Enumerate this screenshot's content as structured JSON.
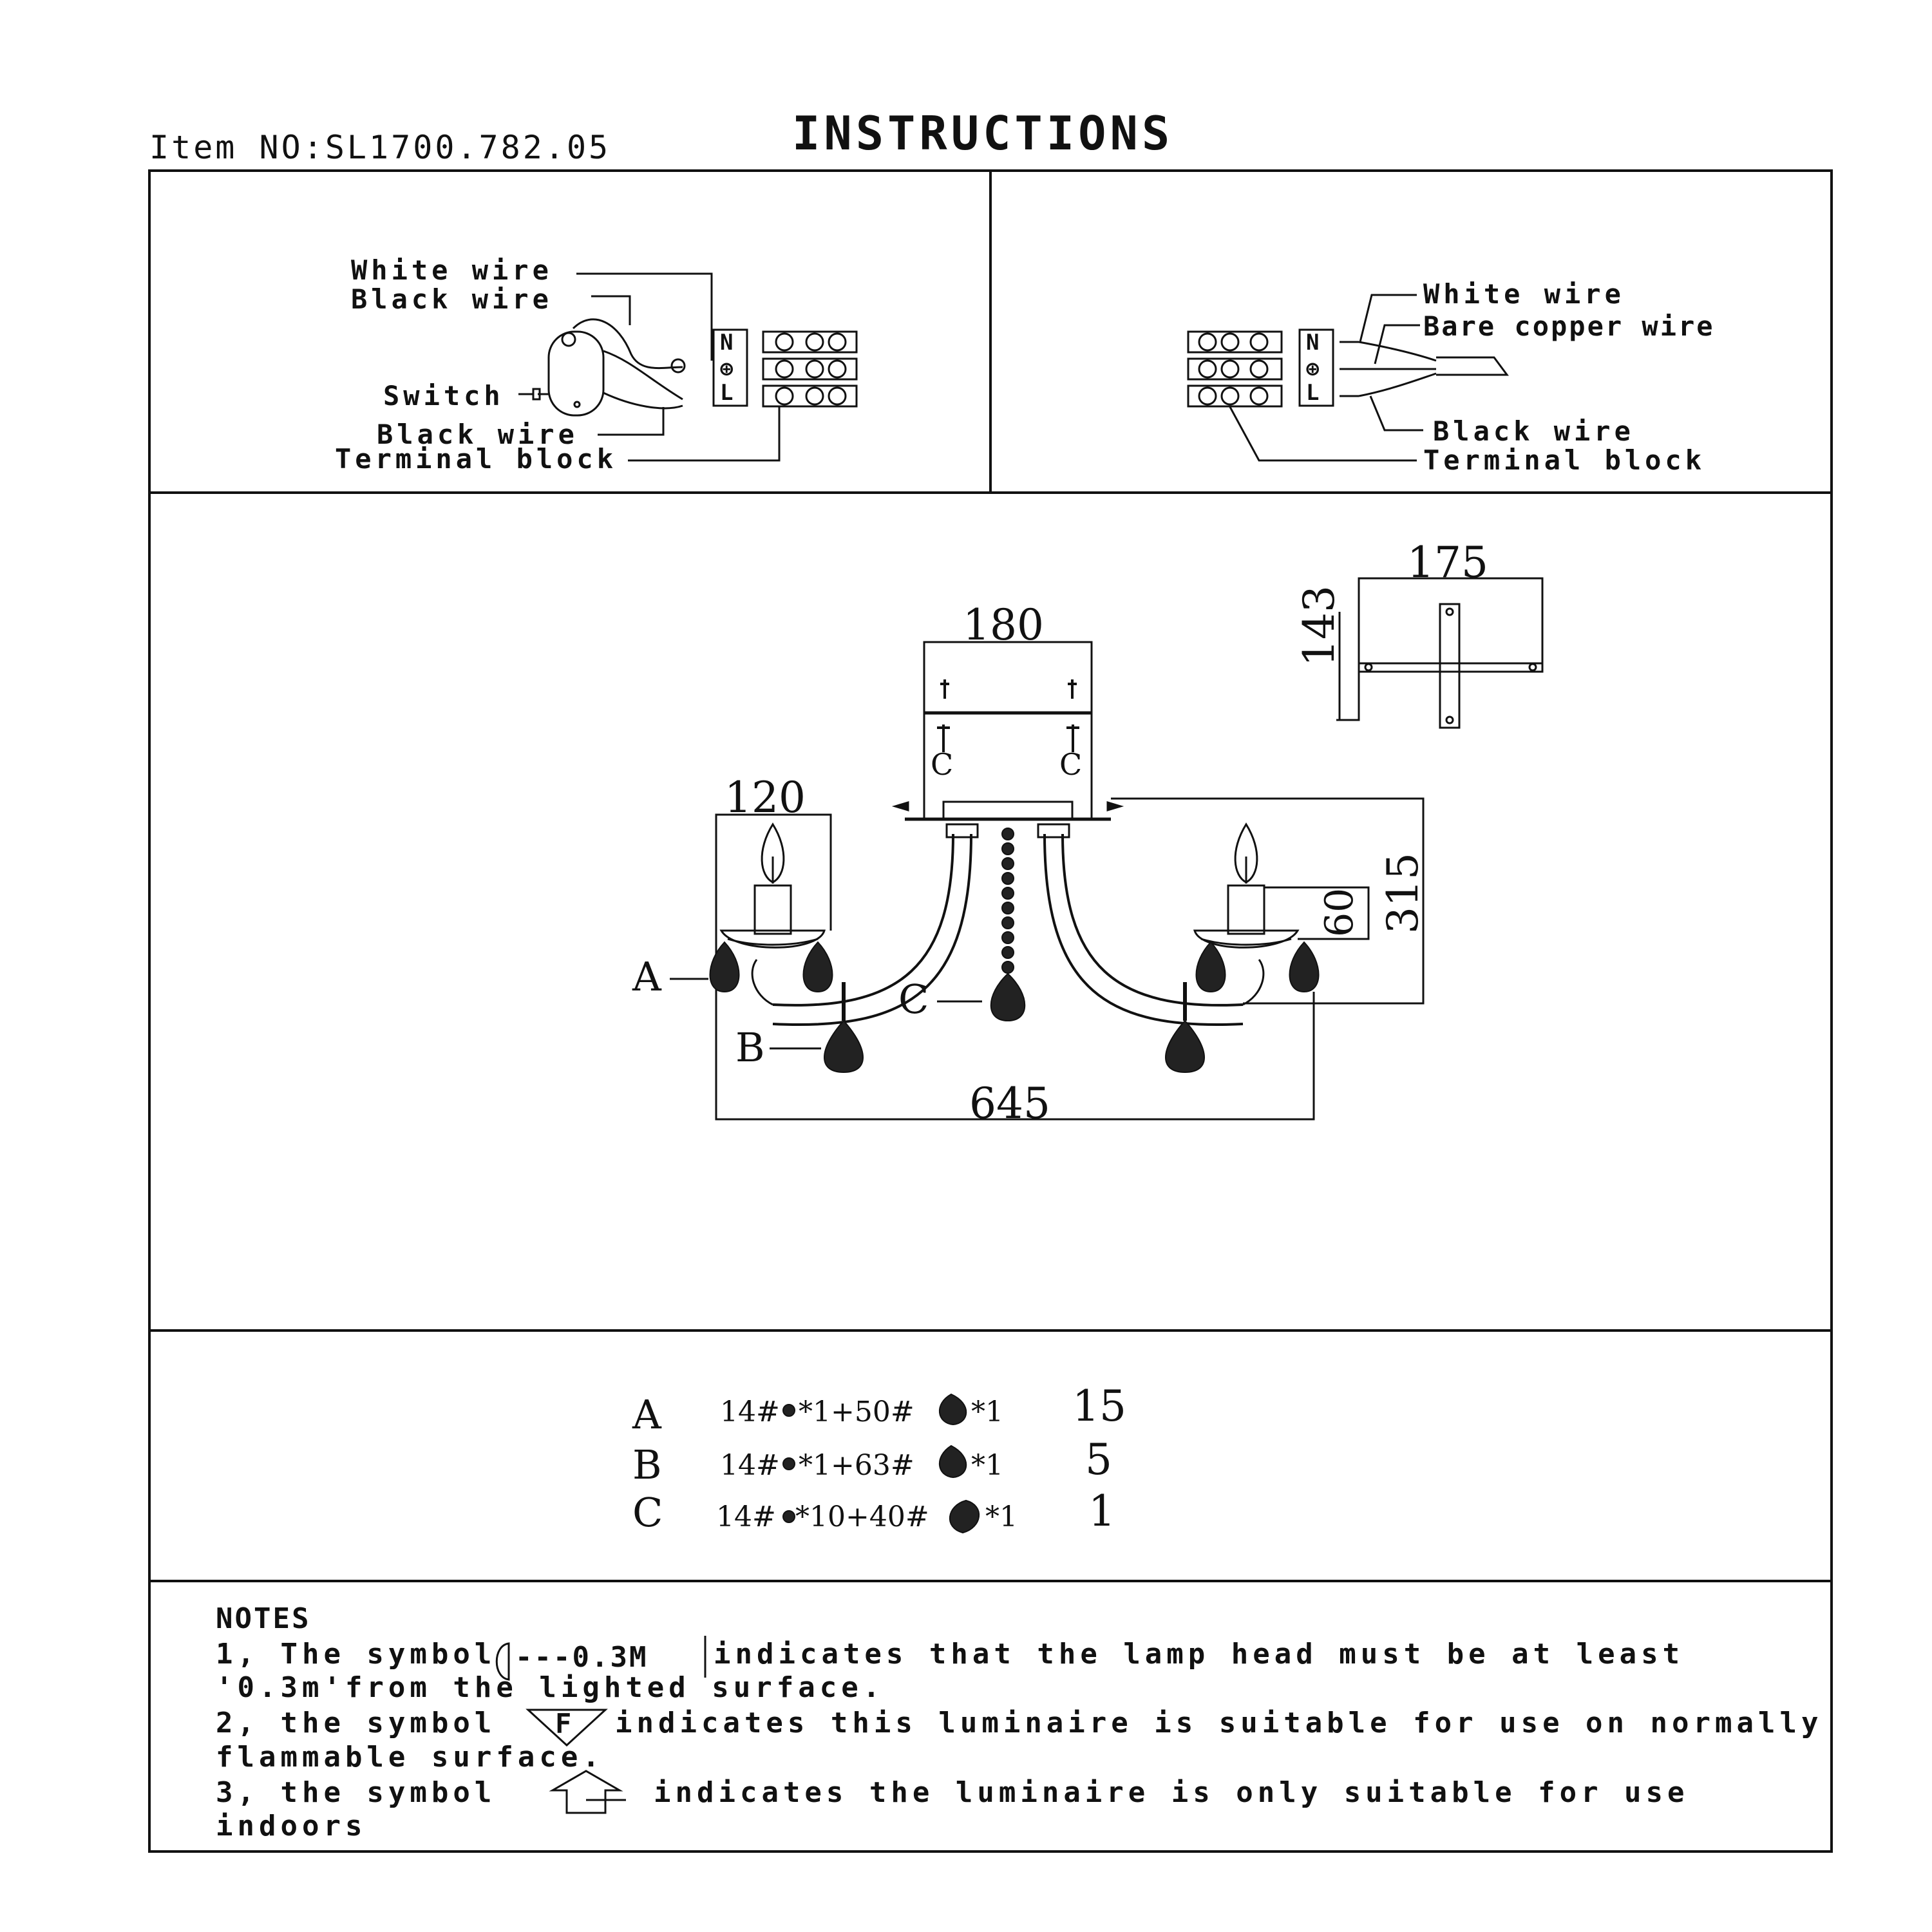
{
  "header": {
    "item_no": "Item NO:SL1700.782.05",
    "title": "INSTRUCTIONS"
  },
  "wiring_left": {
    "white_wire": "White wire",
    "black_wire_top": "Black wire",
    "switch": "Switch",
    "black_wire_bottom": "Black wire",
    "terminal_block": "Terminal block",
    "terminal_letters": [
      "N",
      "⊕",
      "L"
    ]
  },
  "wiring_right": {
    "white_wire": "White wire",
    "bare_copper_wire": "Bare copper wire",
    "black_wire": "Black wire",
    "terminal_block": "Terminal block",
    "terminal_letters": [
      "N",
      "⊕",
      "L"
    ]
  },
  "dimensions": {
    "canopy_width": "180",
    "plate_width": "175",
    "plate_height": "143",
    "arm_width": "120",
    "total_height": "315",
    "candle_height": "60",
    "total_width": "645",
    "screw_label": "C"
  },
  "part_labels": {
    "a": "A",
    "b": "B",
    "c": "C"
  },
  "parts_list": [
    {
      "letter": "A",
      "pre": "14#",
      "mid": "*1+50#",
      "post": "*1",
      "qty": "15"
    },
    {
      "letter": "B",
      "pre": "14#",
      "mid": "*1+63#",
      "post": "*1",
      "qty": "5"
    },
    {
      "letter": "C",
      "pre": "14#",
      "mid": "*10+40#",
      "post": "*1",
      "qty": "1"
    }
  ],
  "notes": {
    "heading": "NOTES",
    "n1_a": "1, The symbol",
    "n1_b": "---0.3M",
    "n1_c": "indicates that the lamp head must be at least",
    "n1_d": "'0.3m'from the lighted surface.",
    "n2_a": "2, the symbol",
    "n2_symbol": "F",
    "n2_b": "indicates  this luminaire is suitable for use on normally",
    "n2_c": "flammable surface.",
    "n3_a": "3, the symbol",
    "n3_b": "indicates the luminaire is only suitable for use",
    "n3_c": "indoors"
  }
}
